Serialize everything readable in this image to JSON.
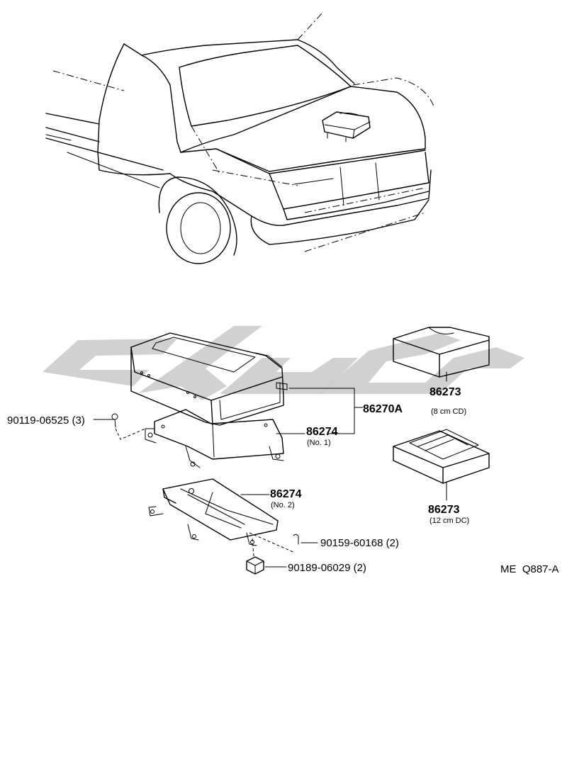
{
  "labels": {
    "cd_changer": "86270A",
    "bracket_no1": "86274",
    "bracket_no1_sub": "(No. 1)",
    "bracket_no2": "86274",
    "bracket_no2_sub": "(No. 2)",
    "magazine_8cm": "86273",
    "magazine_8cm_sub": "(8 cm CD)",
    "magazine_12cm": "86273",
    "magazine_12cm_sub": "(12 cm DC)",
    "bolt": "90119-06525 (3)",
    "screw": "90159-60168 (2)",
    "clip": "90189-06029 (2)",
    "diagram_code": "ME  Q887-A"
  },
  "colors": {
    "line": "#000000",
    "watermark": "#c9c9c9",
    "background": "#ffffff"
  }
}
